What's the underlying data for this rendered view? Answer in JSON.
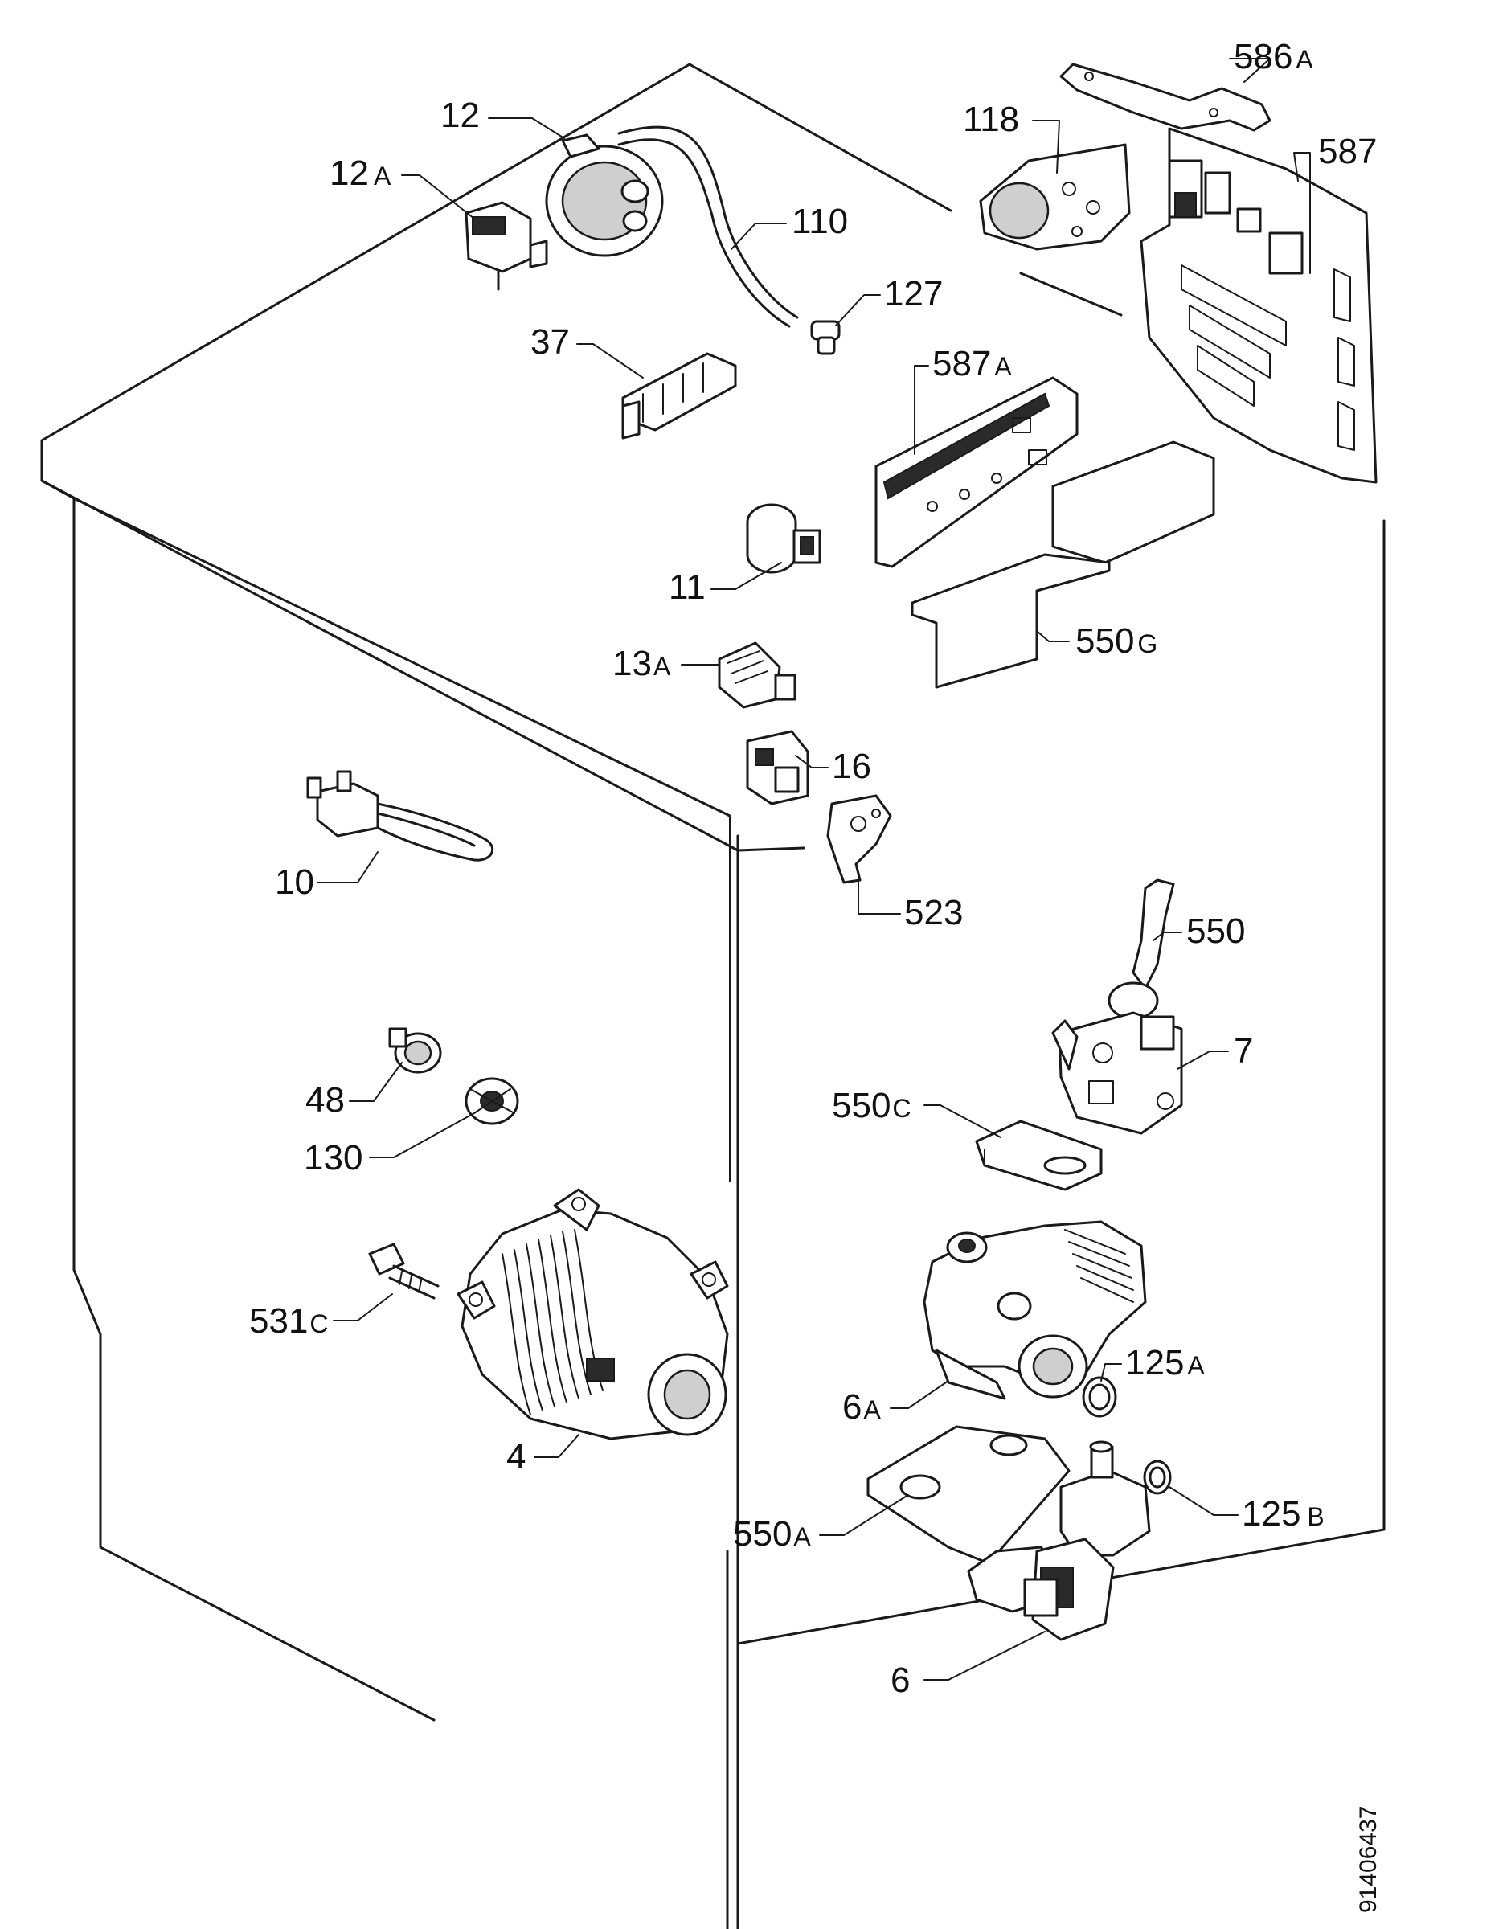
{
  "parts": [
    {
      "id": "p586a",
      "num": "586",
      "suffix": "A"
    },
    {
      "id": "p12",
      "num": "12",
      "suffix": ""
    },
    {
      "id": "p118",
      "num": "118",
      "suffix": ""
    },
    {
      "id": "p587",
      "num": "587",
      "suffix": ""
    },
    {
      "id": "p12a",
      "num": "12",
      "suffix": "A"
    },
    {
      "id": "p110",
      "num": "110",
      "suffix": ""
    },
    {
      "id": "p127",
      "num": "127",
      "suffix": ""
    },
    {
      "id": "p587a",
      "num": "587",
      "suffix": "A"
    },
    {
      "id": "p37",
      "num": "37",
      "suffix": ""
    },
    {
      "id": "p11",
      "num": "11",
      "suffix": ""
    },
    {
      "id": "p550g",
      "num": "550",
      "suffix": "G"
    },
    {
      "id": "p13a",
      "num": "13",
      "suffix": "A"
    },
    {
      "id": "p16",
      "num": "16",
      "suffix": ""
    },
    {
      "id": "p10",
      "num": "10",
      "suffix": ""
    },
    {
      "id": "p523",
      "num": "523",
      "suffix": ""
    },
    {
      "id": "p550",
      "num": "550",
      "suffix": ""
    },
    {
      "id": "p7",
      "num": "7",
      "suffix": ""
    },
    {
      "id": "p48",
      "num": "48",
      "suffix": ""
    },
    {
      "id": "p550c",
      "num": "550",
      "suffix": "C"
    },
    {
      "id": "p130",
      "num": "130",
      "suffix": ""
    },
    {
      "id": "p531c",
      "num": "531",
      "suffix": "C"
    },
    {
      "id": "p125a",
      "num": "125",
      "suffix": "A"
    },
    {
      "id": "p6a",
      "num": "6",
      "suffix": "A"
    },
    {
      "id": "p4",
      "num": "4",
      "suffix": ""
    },
    {
      "id": "p125b",
      "num": "125",
      "suffix": "B"
    },
    {
      "id": "p550a",
      "num": "550",
      "suffix": "A"
    },
    {
      "id": "p6",
      "num": "6",
      "suffix": ""
    }
  ],
  "drawing_code": "91406437"
}
